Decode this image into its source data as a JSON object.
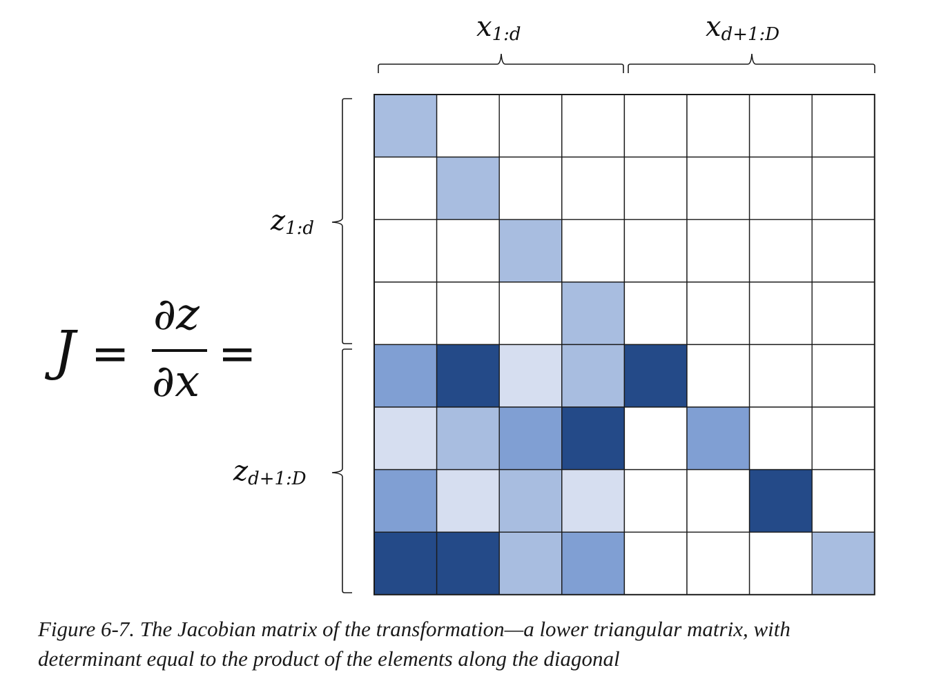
{
  "equation": {
    "lhs": "J",
    "equals": "=",
    "numerator": "∂z",
    "denominator": "∂x",
    "equals2": "="
  },
  "column_labels": [
    {
      "base": "x",
      "sub": "1:d"
    },
    {
      "base": "x",
      "sub": "d+1:D"
    }
  ],
  "row_labels": [
    {
      "base": "z",
      "sub": "1:d"
    },
    {
      "base": "z",
      "sub": "d+1:D"
    }
  ],
  "matrix": {
    "size": 8,
    "levels": [
      [
        2,
        0,
        0,
        0,
        0,
        0,
        0,
        0
      ],
      [
        0,
        2,
        0,
        0,
        0,
        0,
        0,
        0
      ],
      [
        0,
        0,
        2,
        0,
        0,
        0,
        0,
        0
      ],
      [
        0,
        0,
        0,
        2,
        0,
        0,
        0,
        0
      ],
      [
        3,
        4,
        1,
        2,
        4,
        0,
        0,
        0
      ],
      [
        1,
        2,
        3,
        4,
        0,
        3,
        0,
        0
      ],
      [
        3,
        1,
        2,
        1,
        0,
        0,
        4,
        0
      ],
      [
        4,
        4,
        2,
        3,
        0,
        0,
        0,
        2
      ]
    ],
    "palette": [
      "#ffffff",
      "#d6def0",
      "#a8bde0",
      "#809fd3",
      "#244a88"
    ],
    "grid_color": "#1a1a1a"
  },
  "caption": {
    "line1": "Figure 6-7. The Jacobian matrix of the transformation—a lower triangular matrix, with",
    "line2": "determinant equal to the product of the elements along the diagonal"
  }
}
